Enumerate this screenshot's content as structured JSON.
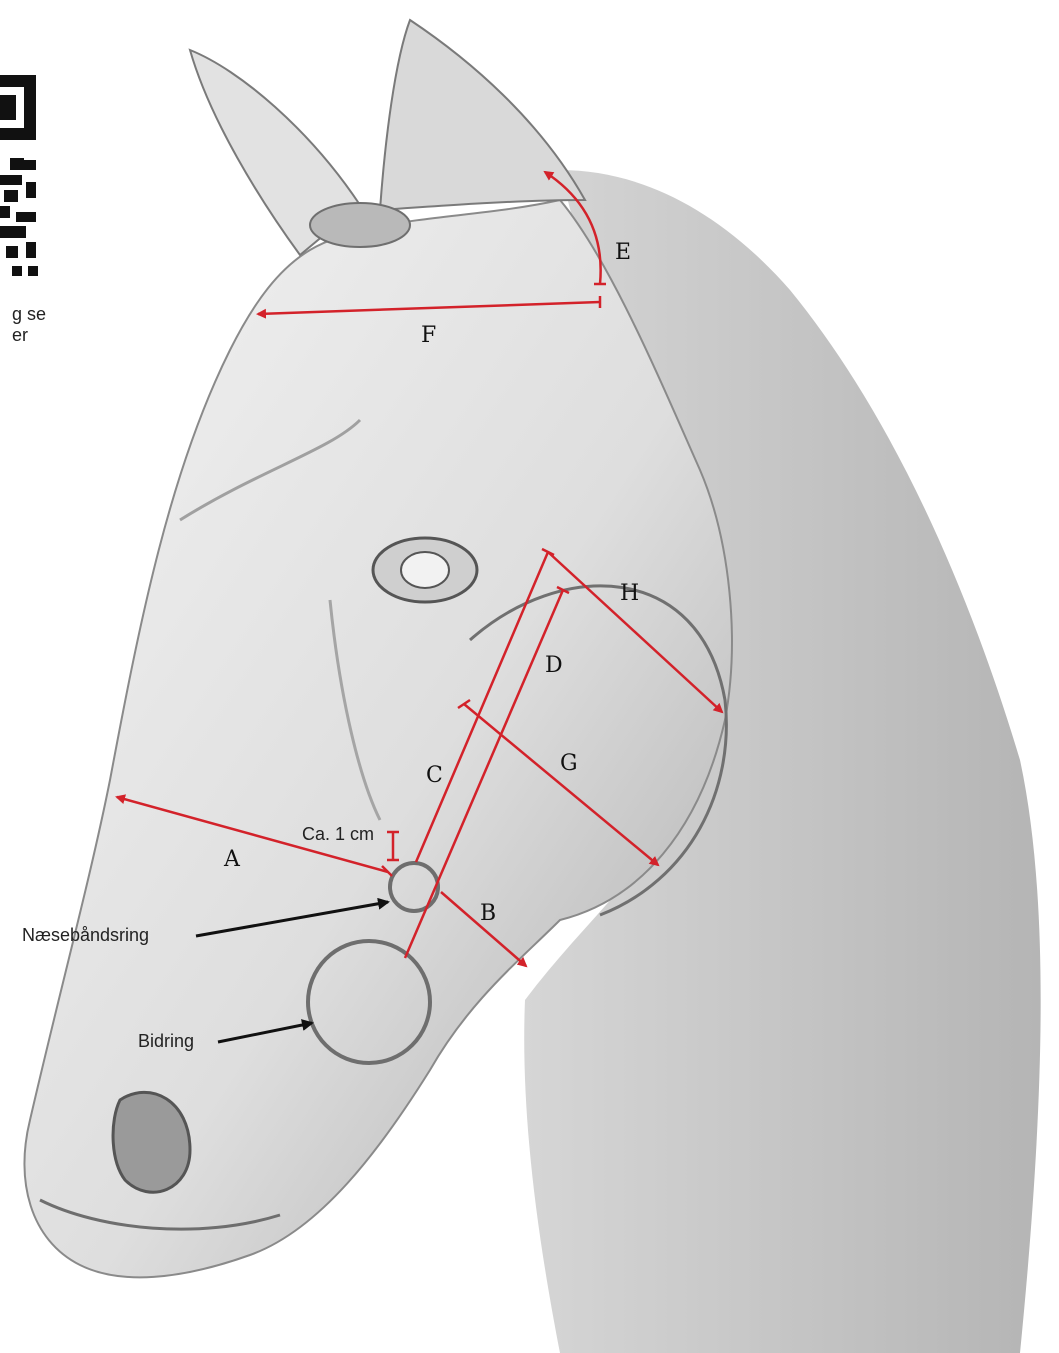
{
  "measures": {
    "A": "A",
    "B": "B",
    "C": "C",
    "D": "D",
    "E": "E",
    "F": "F",
    "G": "G",
    "H": "H"
  },
  "labels": {
    "gap": "Ca. 1 cm",
    "noseband_ring": "Næsebåndsring",
    "bit_ring": "Bidring",
    "side_text_line1": "g se",
    "side_text_line2": "er"
  },
  "colors": {
    "measure": "#d3222a",
    "pointer": "#111111",
    "ring": "#6e6e6e"
  },
  "icons": {
    "qr": "qr-code-icon"
  }
}
